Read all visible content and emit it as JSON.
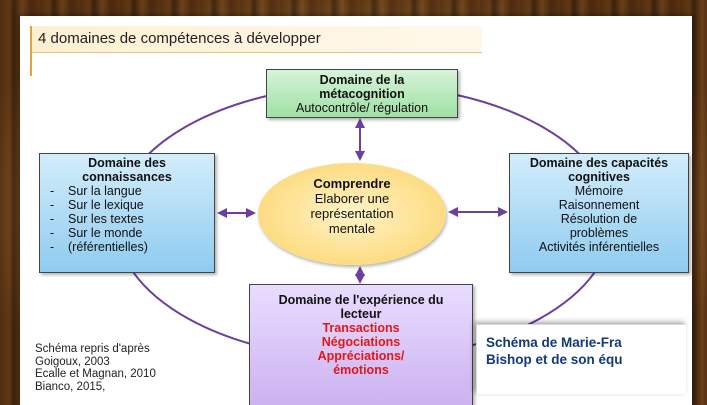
{
  "title": "4 domaines de compétences à développer",
  "metacognition": {
    "heading": "Domaine de la métacognition",
    "detail": "Autocontrôle/ régulation"
  },
  "connaissances": {
    "heading": "Domaine des connaissances",
    "items": [
      "Sur la langue",
      "Sur le lexique",
      "Sur les textes",
      "Sur le monde",
      "(référentielles)"
    ]
  },
  "centre": {
    "heading": "Comprendre",
    "detail": "Elaborer une représentation mentale"
  },
  "cognitives": {
    "heading": "Domaine des capacités cognitives",
    "items": [
      "Mémoire",
      "Raisonnement",
      "Résolution de problèmes",
      "Activités inférentielles"
    ]
  },
  "experience": {
    "heading": "Domaine de l'expérience du lecteur",
    "items": [
      "Transactions",
      "Négociations",
      "Appréciations/ émotions"
    ]
  },
  "source": [
    "Schéma repris d'après",
    "Goigoux, 2003",
    "Ecalle et Magnan, 2010",
    "Bianco, 2015,"
  ],
  "note": [
    "Schéma de Marie-Fra",
    "Bishop et de son équ"
  ],
  "colors": {
    "meta_fill": "#9fe0a4",
    "blue_fill": "#8fcbef",
    "center_fill": "#fddc82",
    "experience_fill": "#cbb2ef",
    "red_text": "#e01818",
    "arrow": "#6a3fa0",
    "note_text": "#123a7a"
  }
}
